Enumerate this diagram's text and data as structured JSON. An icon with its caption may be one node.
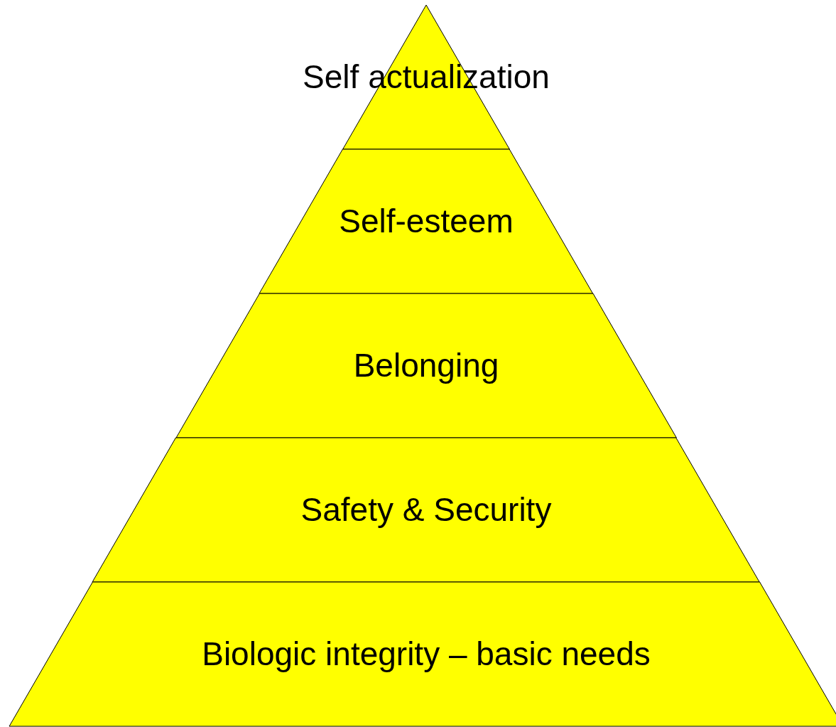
{
  "diagram": {
    "nodes": [
      {
        "text": [
          "Self actualization"
        ]
      },
      {
        "text": [
          "Self-esteem"
        ]
      },
      {
        "text": [
          "Belonging"
        ]
      },
      {
        "text": [
          "Safety & Security"
        ]
      },
      {
        "text": [
          "Biologic integrity – basic needs"
        ]
      }
    ]
  }
}
